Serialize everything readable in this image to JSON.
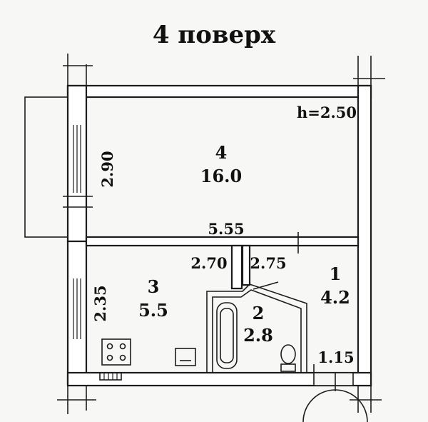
{
  "title": "4 поверх",
  "ceiling_height": "h=2.50",
  "rooms": [
    {
      "number": "4",
      "area": "16.0"
    },
    {
      "number": "3",
      "area": "5.5"
    },
    {
      "number": "2",
      "area": "2.8"
    },
    {
      "number": "1",
      "area": "4.2"
    }
  ],
  "dimensions": {
    "top_room_width": "5.55",
    "top_room_depth": "2.90",
    "kitchen_width": "2.70",
    "kitchen_depth": "2.35",
    "bath_width": "2.75",
    "hall_width": "1.15"
  }
}
